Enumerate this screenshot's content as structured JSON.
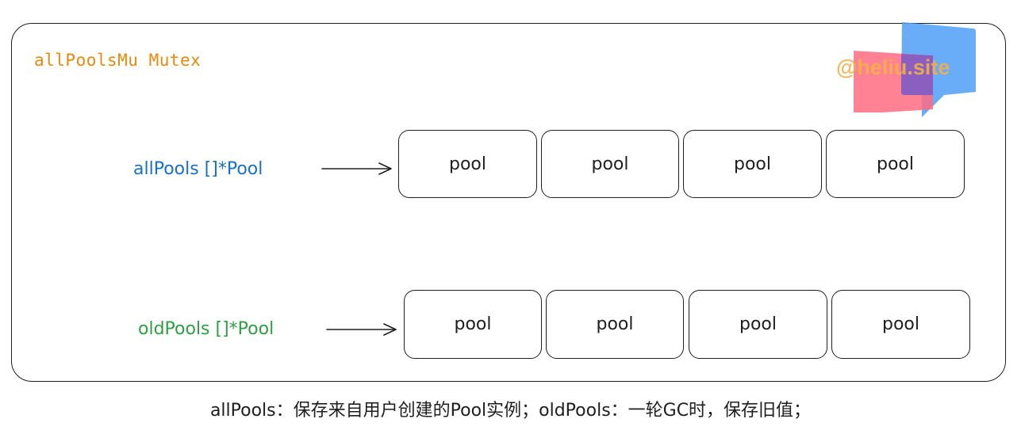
{
  "mutex_label": "allPoolsMu Mutex",
  "watermark": "@heliu.site",
  "rows": {
    "all": {
      "label": "allPools []*Pool",
      "pools": [
        "pool",
        "pool",
        "pool",
        "pool"
      ]
    },
    "old": {
      "label": "oldPools []*Pool",
      "pools": [
        "pool",
        "pool",
        "pool",
        "pool"
      ]
    }
  },
  "caption": "allPools：保存来自用户创建的Pool实例；oldPools：一轮GC时，保存旧值；",
  "colors": {
    "mutex": "#e8890c",
    "all": "#1971c2",
    "old": "#2f9e44"
  }
}
